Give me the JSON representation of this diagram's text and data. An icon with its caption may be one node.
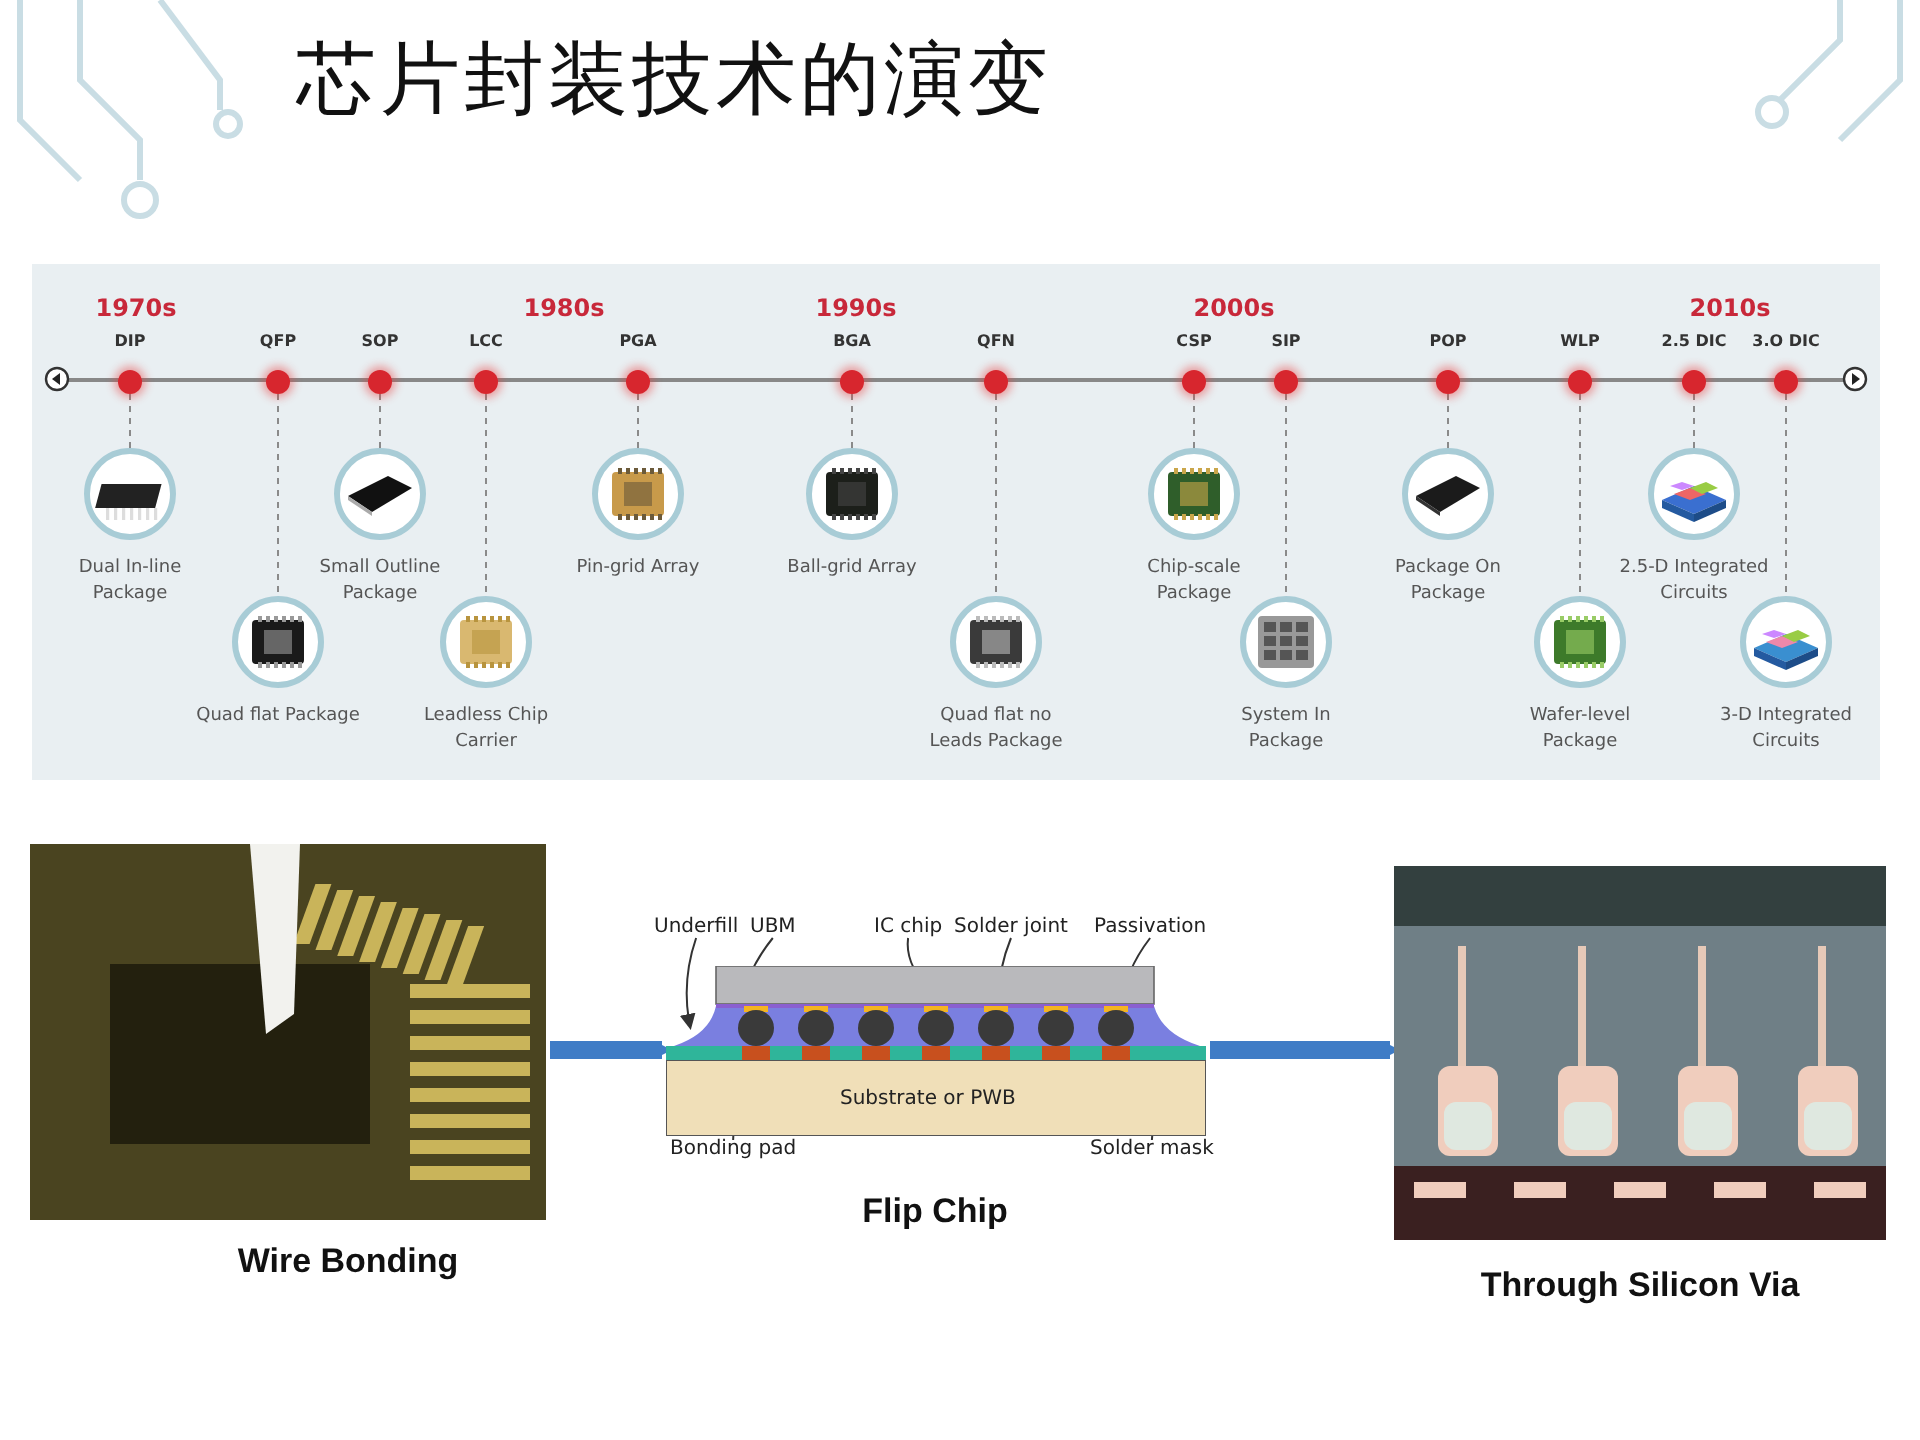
{
  "diagram": {
    "title": "芯片封装技术的演变",
    "nodes": [
      {
        "text": [
          "DIP"
        ]
      },
      {
        "text": [
          "QFP"
        ]
      },
      {
        "text": [
          "SOP"
        ]
      },
      {
        "text": [
          "LCC"
        ]
      },
      {
        "text": [
          "PGA"
        ]
      },
      {
        "text": [
          "BGA"
        ]
      },
      {
        "text": [
          "QFN"
        ]
      },
      {
        "text": [
          "CSP"
        ]
      },
      {
        "text": [
          "SIP"
        ]
      },
      {
        "text": [
          "POP"
        ]
      },
      {
        "text": [
          "WLP"
        ]
      },
      {
        "text": [
          "2.5 DIC"
        ]
      },
      {
        "text": [
          "3.O DIC"
        ]
      },
      {
        "text": [
          "Dual In-line Package"
        ]
      },
      {
        "text": [
          "Quad flat Package"
        ]
      },
      {
        "text": [
          "Small Outline Package"
        ]
      },
      {
        "text": [
          "Leadless Chip Carrier"
        ]
      },
      {
        "text": [
          "Pin-grid Array"
        ]
      },
      {
        "text": [
          "Ball-grid Array"
        ]
      },
      {
        "text": [
          "Quad flat no Leads Package"
        ]
      },
      {
        "text": [
          "Chip-scale Package"
        ]
      },
      {
        "text": [
          "System In Package"
        ]
      },
      {
        "text": [
          "Package On Package"
        ]
      },
      {
        "text": [
          "Wafer-level Package"
        ]
      },
      {
        "text": [
          "2.5-D Integrated Circuits"
        ]
      },
      {
        "text": [
          "3-D Integrated Circuits"
        ]
      },
      {
        "text": [],
        "shape": "picture",
        "beside": [
          "Wire Bonding"
        ]
      },
      {
        "text": [],
        "shape": "picture",
        "beside": [
          "Flip Chip"
        ]
      },
      {
        "text": [],
        "shape": "picture",
        "beside": [
          "Through Silicon Via"
        ]
      },
      {
        "text": [
          "Underfill"
        ]
      },
      {
        "text": [
          "UBM"
        ]
      },
      {
        "text": [
          "IC chip"
        ]
      },
      {
        "text": [
          "Solder joint"
        ]
      },
      {
        "text": [
          "Passivation"
        ]
      },
      {
        "text": [
          "Bonding pad"
        ]
      },
      {
        "text": [
          "Solder mask"
        ]
      }
    ],
    "edges": [
      {
        "from": 0,
        "to": 13,
        "arrow": "none",
        "style": "dashed"
      },
      {
        "from": 1,
        "to": 14,
        "arrow": "none",
        "style": "dashed"
      },
      {
        "from": 2,
        "to": 15,
        "arrow": "none",
        "style": "dashed"
      },
      {
        "from": 3,
        "to": 16,
        "arrow": "none",
        "style": "dashed"
      },
      {
        "from": 4,
        "to": 17,
        "arrow": "none",
        "style": "dashed"
      },
      {
        "from": 5,
        "to": 18,
        "arrow": "none",
        "style": "dashed"
      },
      {
        "from": 6,
        "to": 19,
        "arrow": "none",
        "style": "dashed"
      },
      {
        "from": 7,
        "to": 20,
        "arrow": "none",
        "style": "dashed"
      },
      {
        "from": 8,
        "to": 21,
        "arrow": "none",
        "style": "dashed"
      },
      {
        "from": 9,
        "to": 22,
        "arrow": "none",
        "style": "dashed"
      },
      {
        "from": 10,
        "to": 23,
        "arrow": "none",
        "style": "dashed"
      },
      {
        "from": 11,
        "to": 24,
        "arrow": "none",
        "style": "dashed"
      },
      {
        "from": 12,
        "to": 25,
        "arrow": "none",
        "style": "dashed"
      },
      {
        "from": 26,
        "to": 27,
        "arrow": "to",
        "style": "thick",
        "color": "#3f7cc6"
      },
      {
        "from": 27,
        "to": 28,
        "arrow": "to",
        "style": "thick",
        "color": "#3f7cc6"
      },
      {
        "from": 29,
        "to": 27,
        "arrow": "to",
        "color": "#333333"
      },
      {
        "from": 30,
        "to": 27,
        "arrow": "none",
        "color": "#333333"
      },
      {
        "from": 31,
        "to": 27,
        "arrow": "none",
        "color": "#333333"
      },
      {
        "from": 32,
        "to": 27,
        "arrow": "none",
        "color": "#333333"
      },
      {
        "from": 33,
        "to": 27,
        "arrow": "none",
        "color": "#333333"
      },
      {
        "from": 34,
        "to": 27,
        "arrow": "none",
        "color": "#333333"
      },
      {
        "from": 35,
        "to": 27,
        "arrow": "none",
        "color": "#333333"
      }
    ],
    "labels": [
      "1970s",
      "1980s",
      "1990s",
      "2000s",
      "2010s",
      "Substrate or PWB"
    ]
  }
}
